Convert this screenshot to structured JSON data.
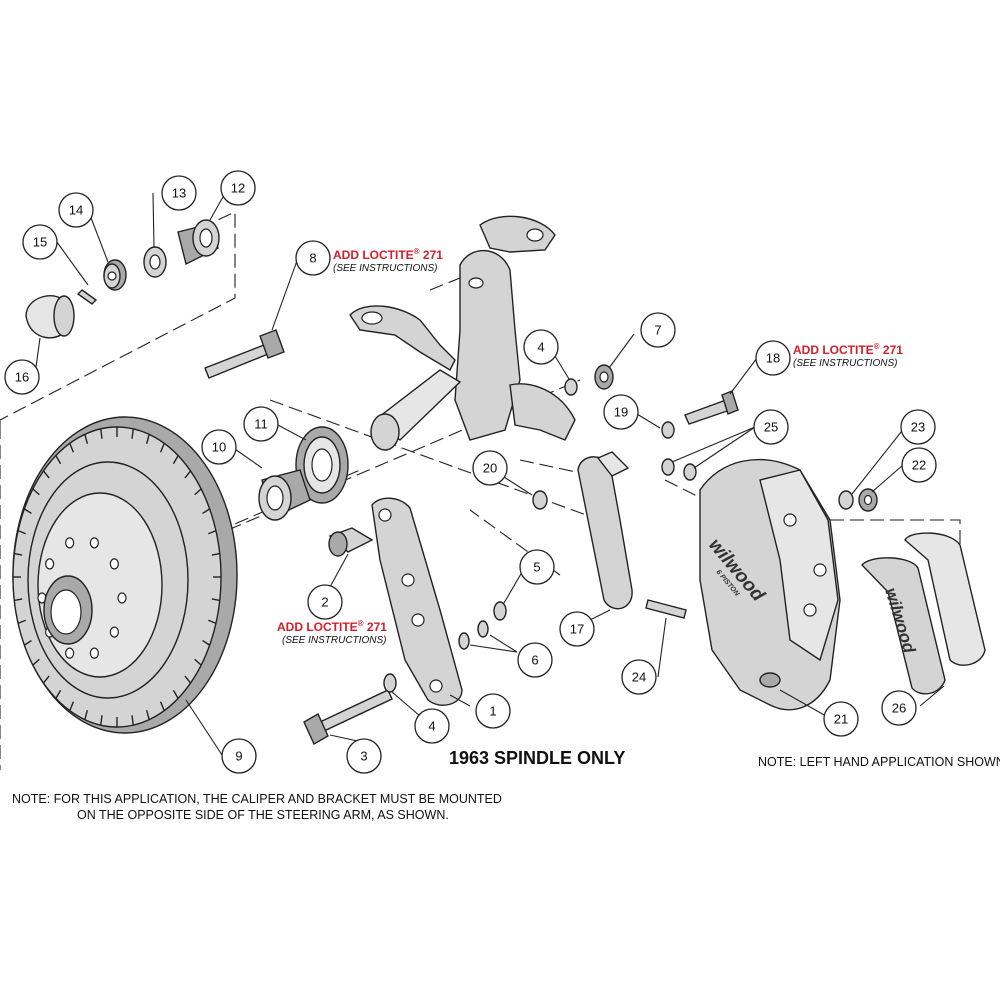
{
  "callouts": [
    {
      "id": "1",
      "label": "1"
    },
    {
      "id": "2",
      "label": "2"
    },
    {
      "id": "3",
      "label": "3"
    },
    {
      "id": "4a",
      "label": "4"
    },
    {
      "id": "4b",
      "label": "4"
    },
    {
      "id": "5",
      "label": "5"
    },
    {
      "id": "6",
      "label": "6"
    },
    {
      "id": "7",
      "label": "7"
    },
    {
      "id": "8",
      "label": "8"
    },
    {
      "id": "9",
      "label": "9"
    },
    {
      "id": "10",
      "label": "10"
    },
    {
      "id": "11",
      "label": "11"
    },
    {
      "id": "12",
      "label": "12"
    },
    {
      "id": "13",
      "label": "13"
    },
    {
      "id": "14",
      "label": "14"
    },
    {
      "id": "15",
      "label": "15"
    },
    {
      "id": "16",
      "label": "16"
    },
    {
      "id": "17",
      "label": "17"
    },
    {
      "id": "18",
      "label": "18"
    },
    {
      "id": "19",
      "label": "19"
    },
    {
      "id": "20",
      "label": "20"
    },
    {
      "id": "21",
      "label": "21"
    },
    {
      "id": "22",
      "label": "22"
    },
    {
      "id": "23",
      "label": "23"
    },
    {
      "id": "24",
      "label": "24"
    },
    {
      "id": "25",
      "label": "25"
    },
    {
      "id": "26",
      "label": "26"
    }
  ],
  "loctite_notes": [
    {
      "main": "ADD LOCTITE",
      "reg": "®",
      "num": " 271",
      "sub": "(SEE INSTRUCTIONS)"
    },
    {
      "main": "ADD LOCTITE",
      "reg": "®",
      "num": " 271",
      "sub": "(SEE INSTRUCTIONS)"
    },
    {
      "main": "ADD LOCTITE",
      "reg": "®",
      "num": " 271",
      "sub": "(SEE INSTRUCTIONS)"
    }
  ],
  "title": "1963 SPINDLE ONLY",
  "left_hand_note": "NOTE: LEFT HAND APPLICATION SHOWN",
  "mounting_note": {
    "line1": "NOTE: FOR THIS APPLICATION, THE CALIPER AND BRACKET MUST BE MOUNTED",
    "line2": "ON THE OPPOSITE SIDE OF THE STEERING ARM, AS SHOWN."
  },
  "brand": {
    "caliper_logo": "wilwood",
    "caliper_sub": "6 PISTON",
    "pad_logo": "wilwood"
  },
  "colors": {
    "loctite_red": "#d0202a",
    "part_gray": "#d4d4d4",
    "line": "#222222"
  }
}
